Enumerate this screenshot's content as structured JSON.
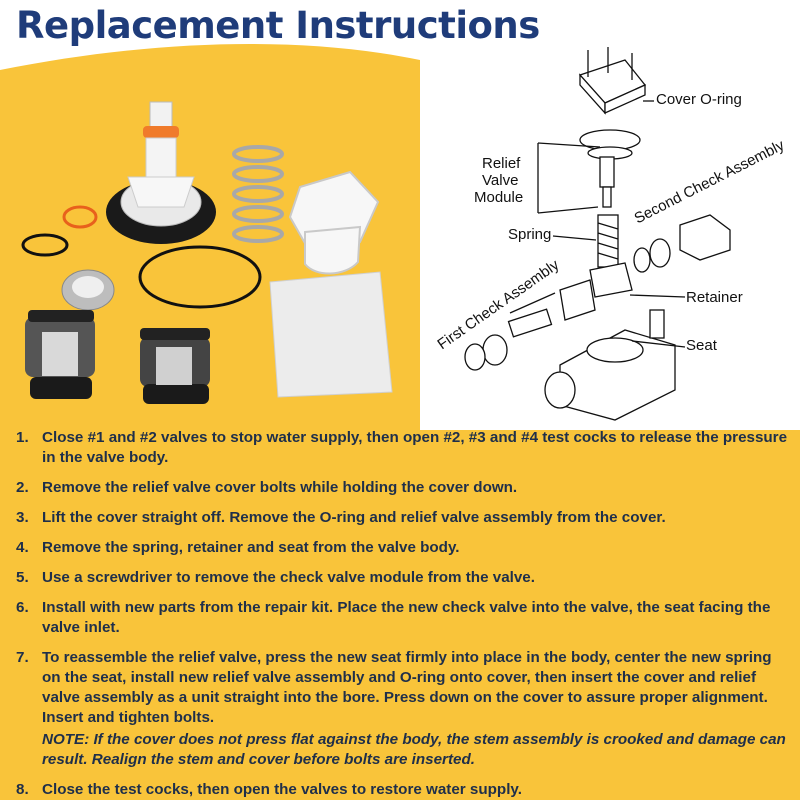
{
  "page": {
    "title": "Replacement Instructions"
  },
  "diagram": {
    "labels": {
      "cover_oring": "Cover O-ring",
      "relief_valve_module": "Relief\nValve\nModule",
      "relief_line1": "Relief",
      "relief_line2": "Valve",
      "relief_line3": "Module",
      "second_check": "Second Check Assembly",
      "spring": "Spring",
      "first_check": "First Check Assembly",
      "retainer": "Retainer",
      "seat": "Seat"
    }
  },
  "colors": {
    "title": "#1f3c7a",
    "background_yellow": "#f9c43a",
    "text": "#1f2f4a"
  },
  "steps": [
    {
      "num": "1.",
      "text": "Close #1 and #2 valves to stop water supply, then open #2, #3 and #4 test cocks to release the pressure in the valve body."
    },
    {
      "num": "2.",
      "text": "Remove the relief valve cover bolts while holding the cover down."
    },
    {
      "num": "3.",
      "text": "Lift the cover straight off. Remove the O-ring and relief valve assembly from the cover."
    },
    {
      "num": "4.",
      "text": "Remove the spring, retainer and seat from the valve body."
    },
    {
      "num": "5.",
      "text": "Use a screwdriver to remove the check valve module from the valve."
    },
    {
      "num": "6.",
      "text": "Install with new parts from the repair kit. Place the new check valve into the valve, the seat facing the valve inlet."
    },
    {
      "num": "7.",
      "text": "To reassemble the relief valve, press the new seat firmly into place in the body, center the new spring on the seat, install new relief valve assembly and O-ring onto cover, then insert the cover and relief valve assembly as a unit straight into the bore. Press down on the cover to assure proper alignment. Insert and tighten bolts.",
      "note": "NOTE: If the cover does not press flat against the body, the stem assembly is crooked and damage can result. Realign the stem and cover before bolts are inserted."
    },
    {
      "num": "8.",
      "text": "Close the test cocks, then open the valves to restore water supply."
    }
  ]
}
